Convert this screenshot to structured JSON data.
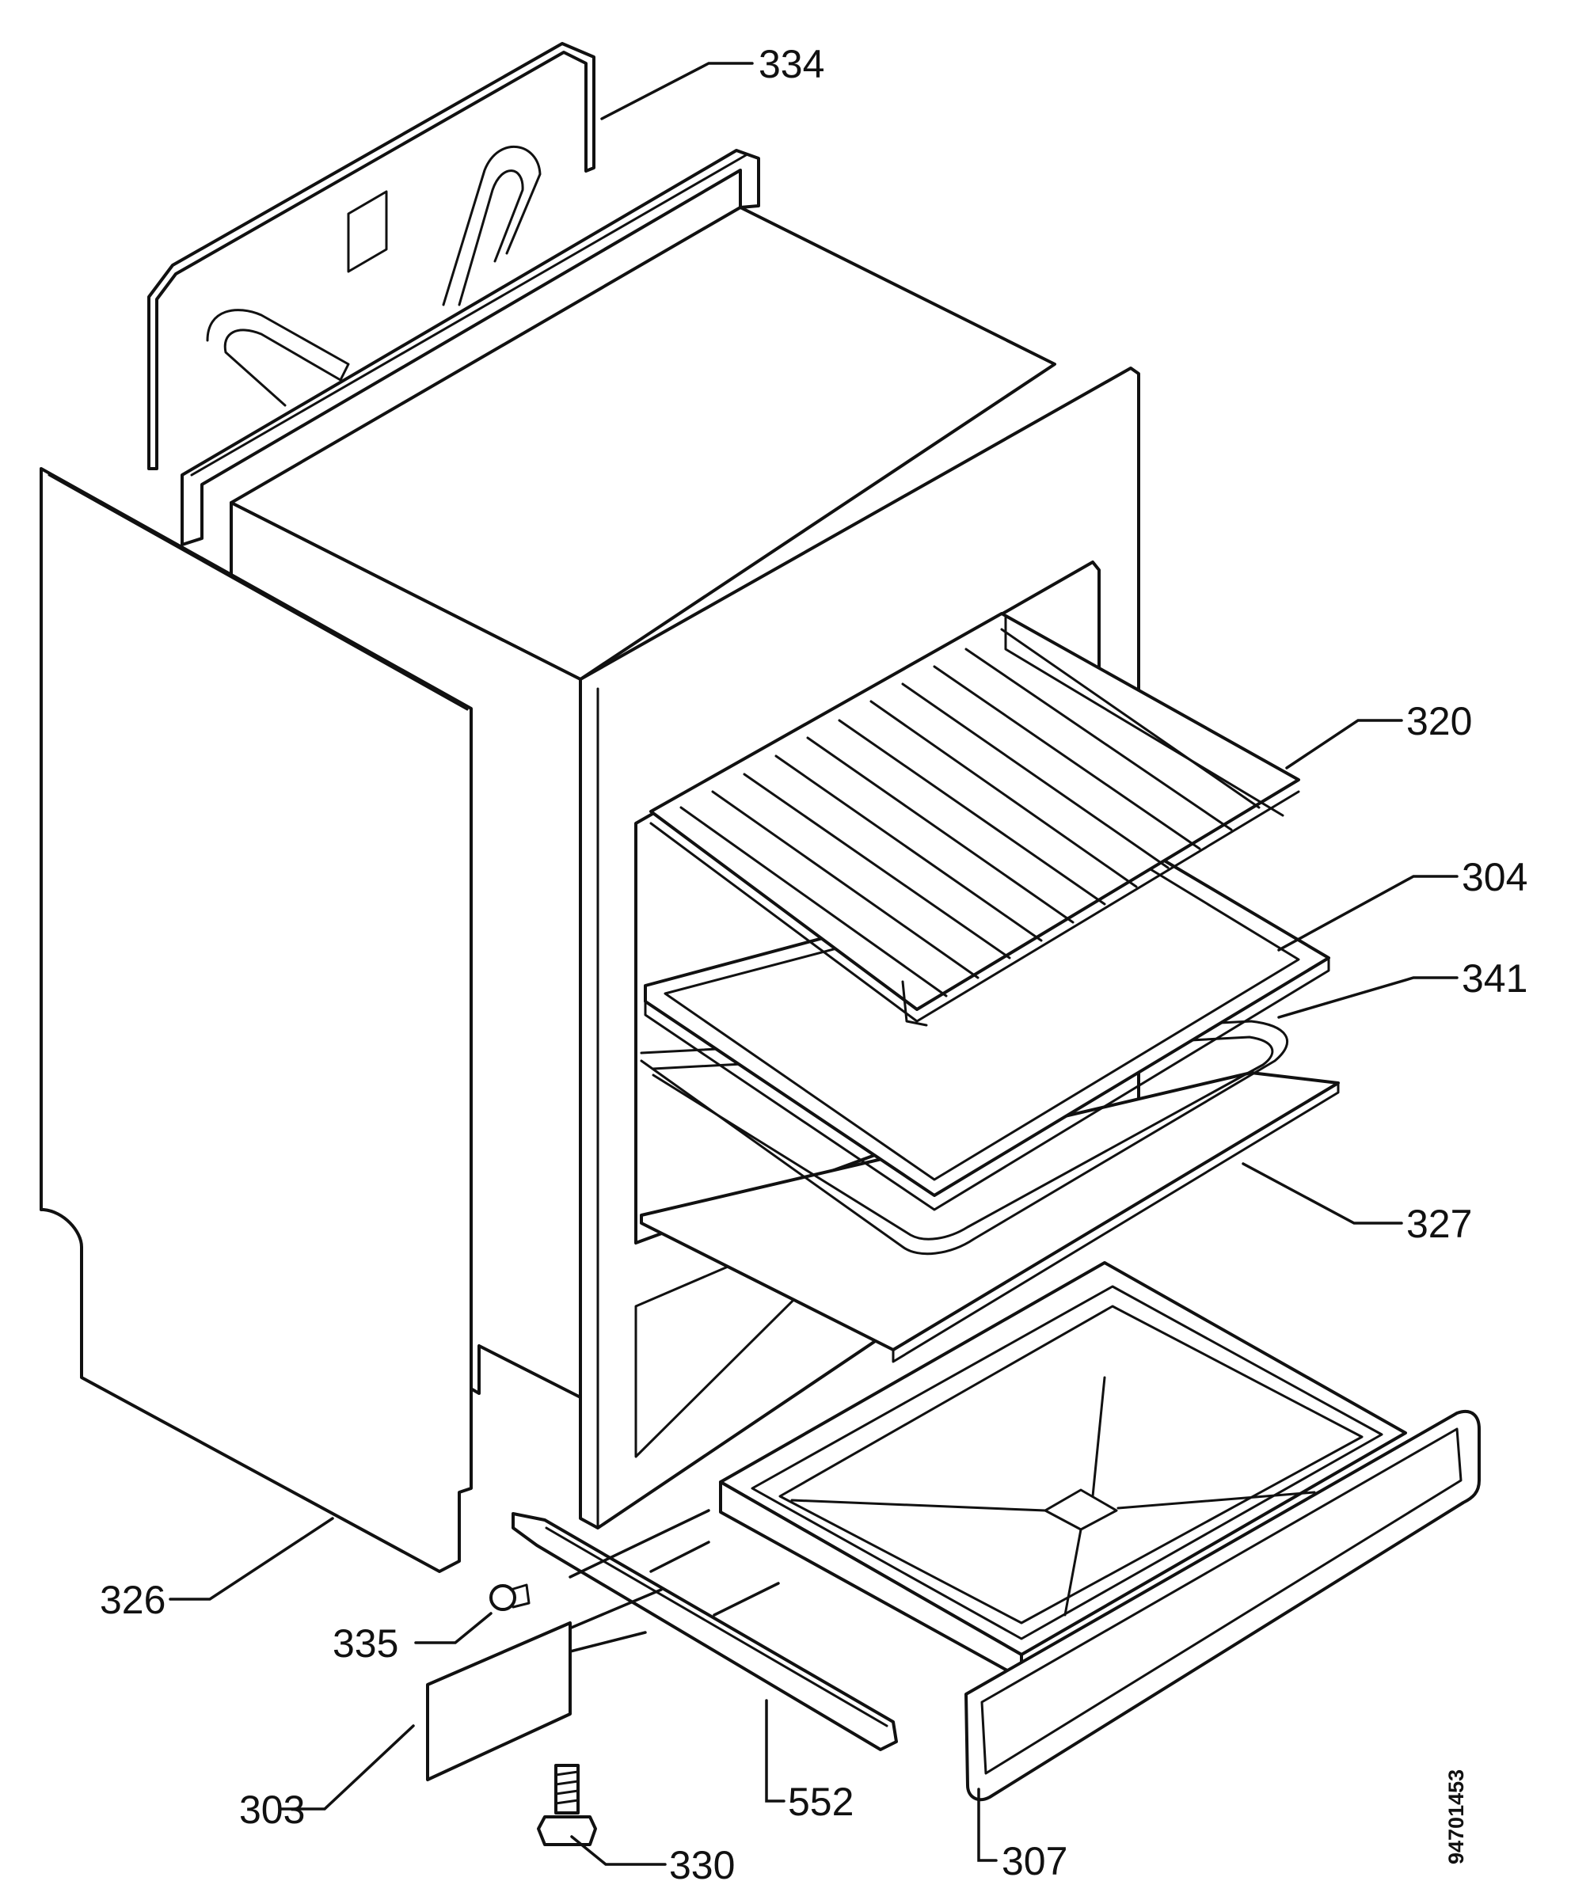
{
  "diagram": {
    "document_number": "94701453",
    "parts": [
      {
        "id": "p334",
        "number": "334"
      },
      {
        "id": "p320",
        "number": "320"
      },
      {
        "id": "p304",
        "number": "304"
      },
      {
        "id": "p341",
        "number": "341"
      },
      {
        "id": "p327",
        "number": "327"
      },
      {
        "id": "p326",
        "number": "326"
      },
      {
        "id": "p335",
        "number": "335"
      },
      {
        "id": "p303",
        "number": "303"
      },
      {
        "id": "p552",
        "number": "552"
      },
      {
        "id": "p330",
        "number": "330"
      },
      {
        "id": "p307",
        "number": "307"
      }
    ]
  }
}
